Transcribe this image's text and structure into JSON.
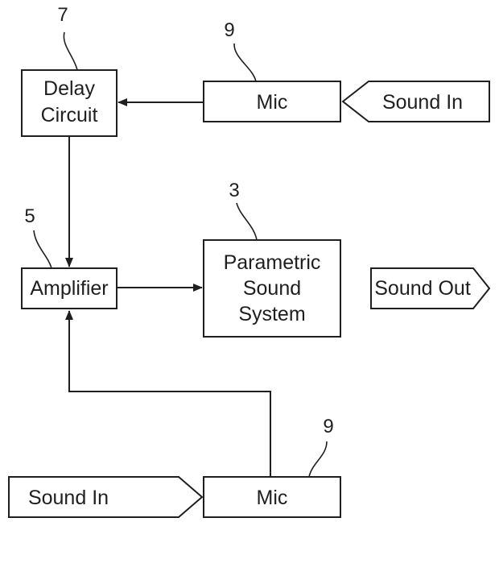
{
  "blocks": {
    "delay_circuit": {
      "lines": [
        "Delay",
        "Circuit"
      ],
      "ref": "7"
    },
    "mic_top": {
      "label": "Mic",
      "ref": "9"
    },
    "amplifier": {
      "label": "Amplifier",
      "ref": "5"
    },
    "parametric_sound_system": {
      "lines": [
        "Parametric",
        "Sound",
        "System"
      ],
      "ref": "3"
    },
    "mic_bottom": {
      "label": "Mic",
      "ref": "9"
    }
  },
  "tags": {
    "sound_in_top": "Sound In",
    "sound_out": "Sound Out",
    "sound_in_bottom": "Sound In"
  },
  "colors": {
    "ink": "#1f1f1f",
    "background": "#ffffff"
  }
}
